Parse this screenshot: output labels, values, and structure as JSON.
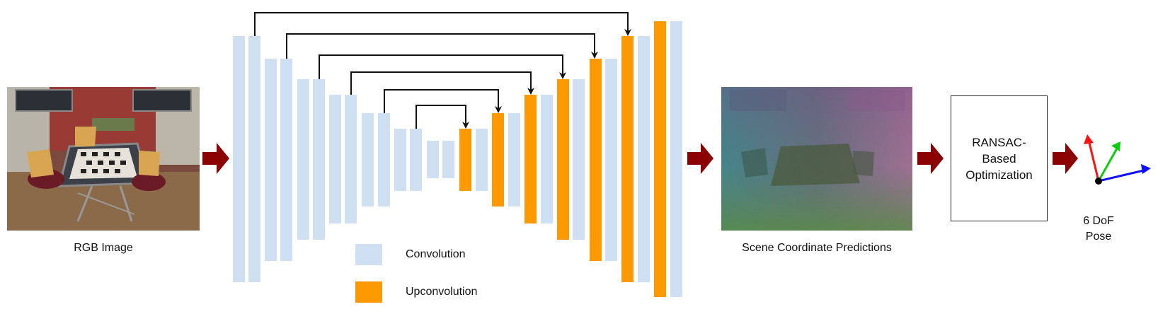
{
  "labels": {
    "input": "RGB Image",
    "output_map": "Scene Coordinate Predictions",
    "optimizer": "RANSAC-Based Optimization",
    "pose": "6 DoF Pose"
  },
  "legend": [
    {
      "label": "Convolution",
      "color": "#cfe0f2"
    },
    {
      "label": "Upconvolution",
      "color": "#ff9900"
    }
  ],
  "colors": {
    "convolution": "#cfe0f2",
    "upconvolution": "#ff9900",
    "flow_arrow": "#8b0000",
    "skip_arrow": "#111111",
    "axis_x": "#1010ff",
    "axis_y": "#10cc10",
    "axis_z": "#ff1010"
  },
  "network": {
    "layers": [
      "conv",
      "conv",
      "conv",
      "conv",
      "conv",
      "conv",
      "conv",
      "conv",
      "conv",
      "conv",
      "conv",
      "conv",
      "conv",
      "conv",
      "up",
      "conv",
      "up",
      "conv",
      "up",
      "conv",
      "up",
      "conv",
      "up",
      "conv",
      "up",
      "conv",
      "up",
      "conv"
    ],
    "skip_connections": 6
  }
}
